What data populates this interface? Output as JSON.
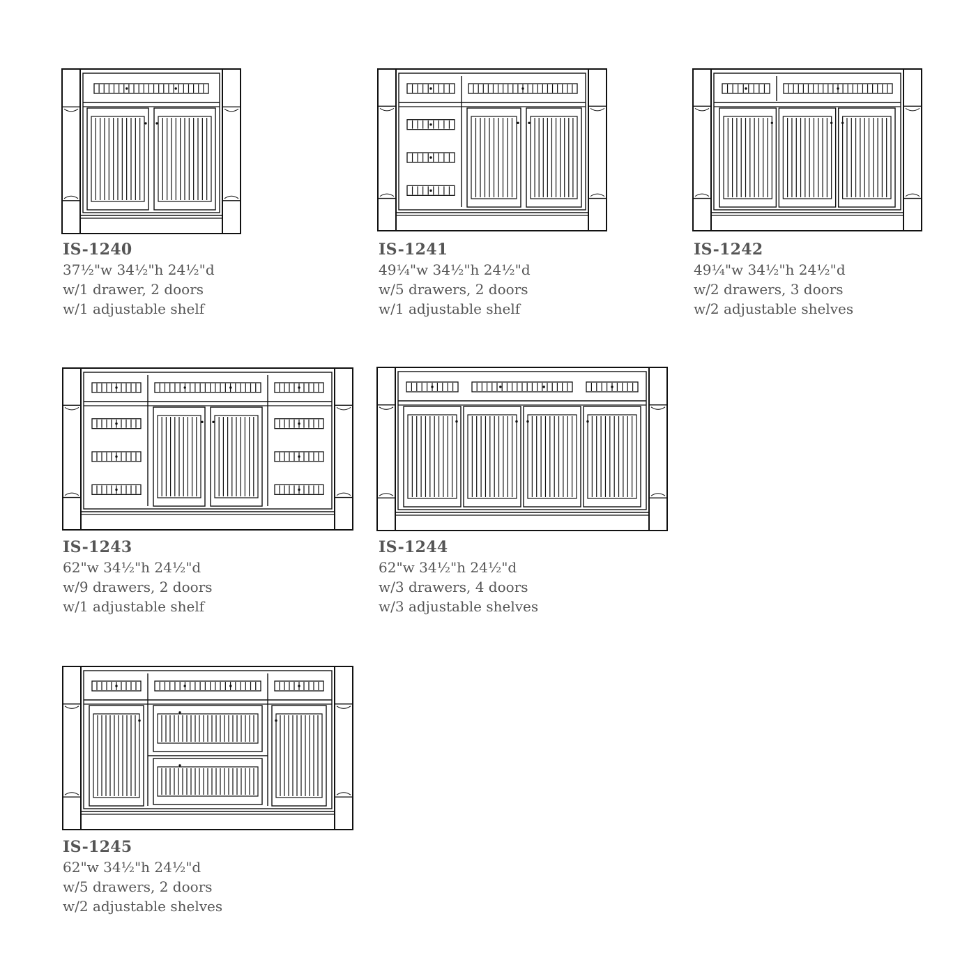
{
  "colors": {
    "line": "#111111",
    "text": "#555555",
    "background": "#ffffff"
  },
  "cabinets": [
    {
      "model": "IS-1240",
      "dimensions": "37½\"w 34½\"h 24½\"d",
      "drawers": "w/1 drawer, 2 doors",
      "shelves": "w/1 adjustable shelf"
    },
    {
      "model": "IS-1241",
      "dimensions": "49¼\"w 34½\"h 24½\"d",
      "drawers": "w/5 drawers, 2 doors",
      "shelves": "w/1 adjustable shelf"
    },
    {
      "model": "IS-1242",
      "dimensions": "49¼\"w 34½\"h 24½\"d",
      "drawers": "w/2 drawers, 3 doors",
      "shelves": "w/2 adjustable shelves"
    },
    {
      "model": "IS-1243",
      "dimensions": "62\"w 34½\"h 24½\"d",
      "drawers": "w/9 drawers, 2 doors",
      "shelves": "w/1 adjustable shelf"
    },
    {
      "model": "IS-1244",
      "dimensions": "62\"w 34½\"h 24½\"d",
      "drawers": "w/3 drawers, 4 doors",
      "shelves": "w/3 adjustable shelves"
    },
    {
      "model": "IS-1245",
      "dimensions": "62\"w 34½\"h 24½\"d",
      "drawers": "w/5 drawers, 2 doors",
      "shelves": "w/2 adjustable shelves"
    }
  ]
}
